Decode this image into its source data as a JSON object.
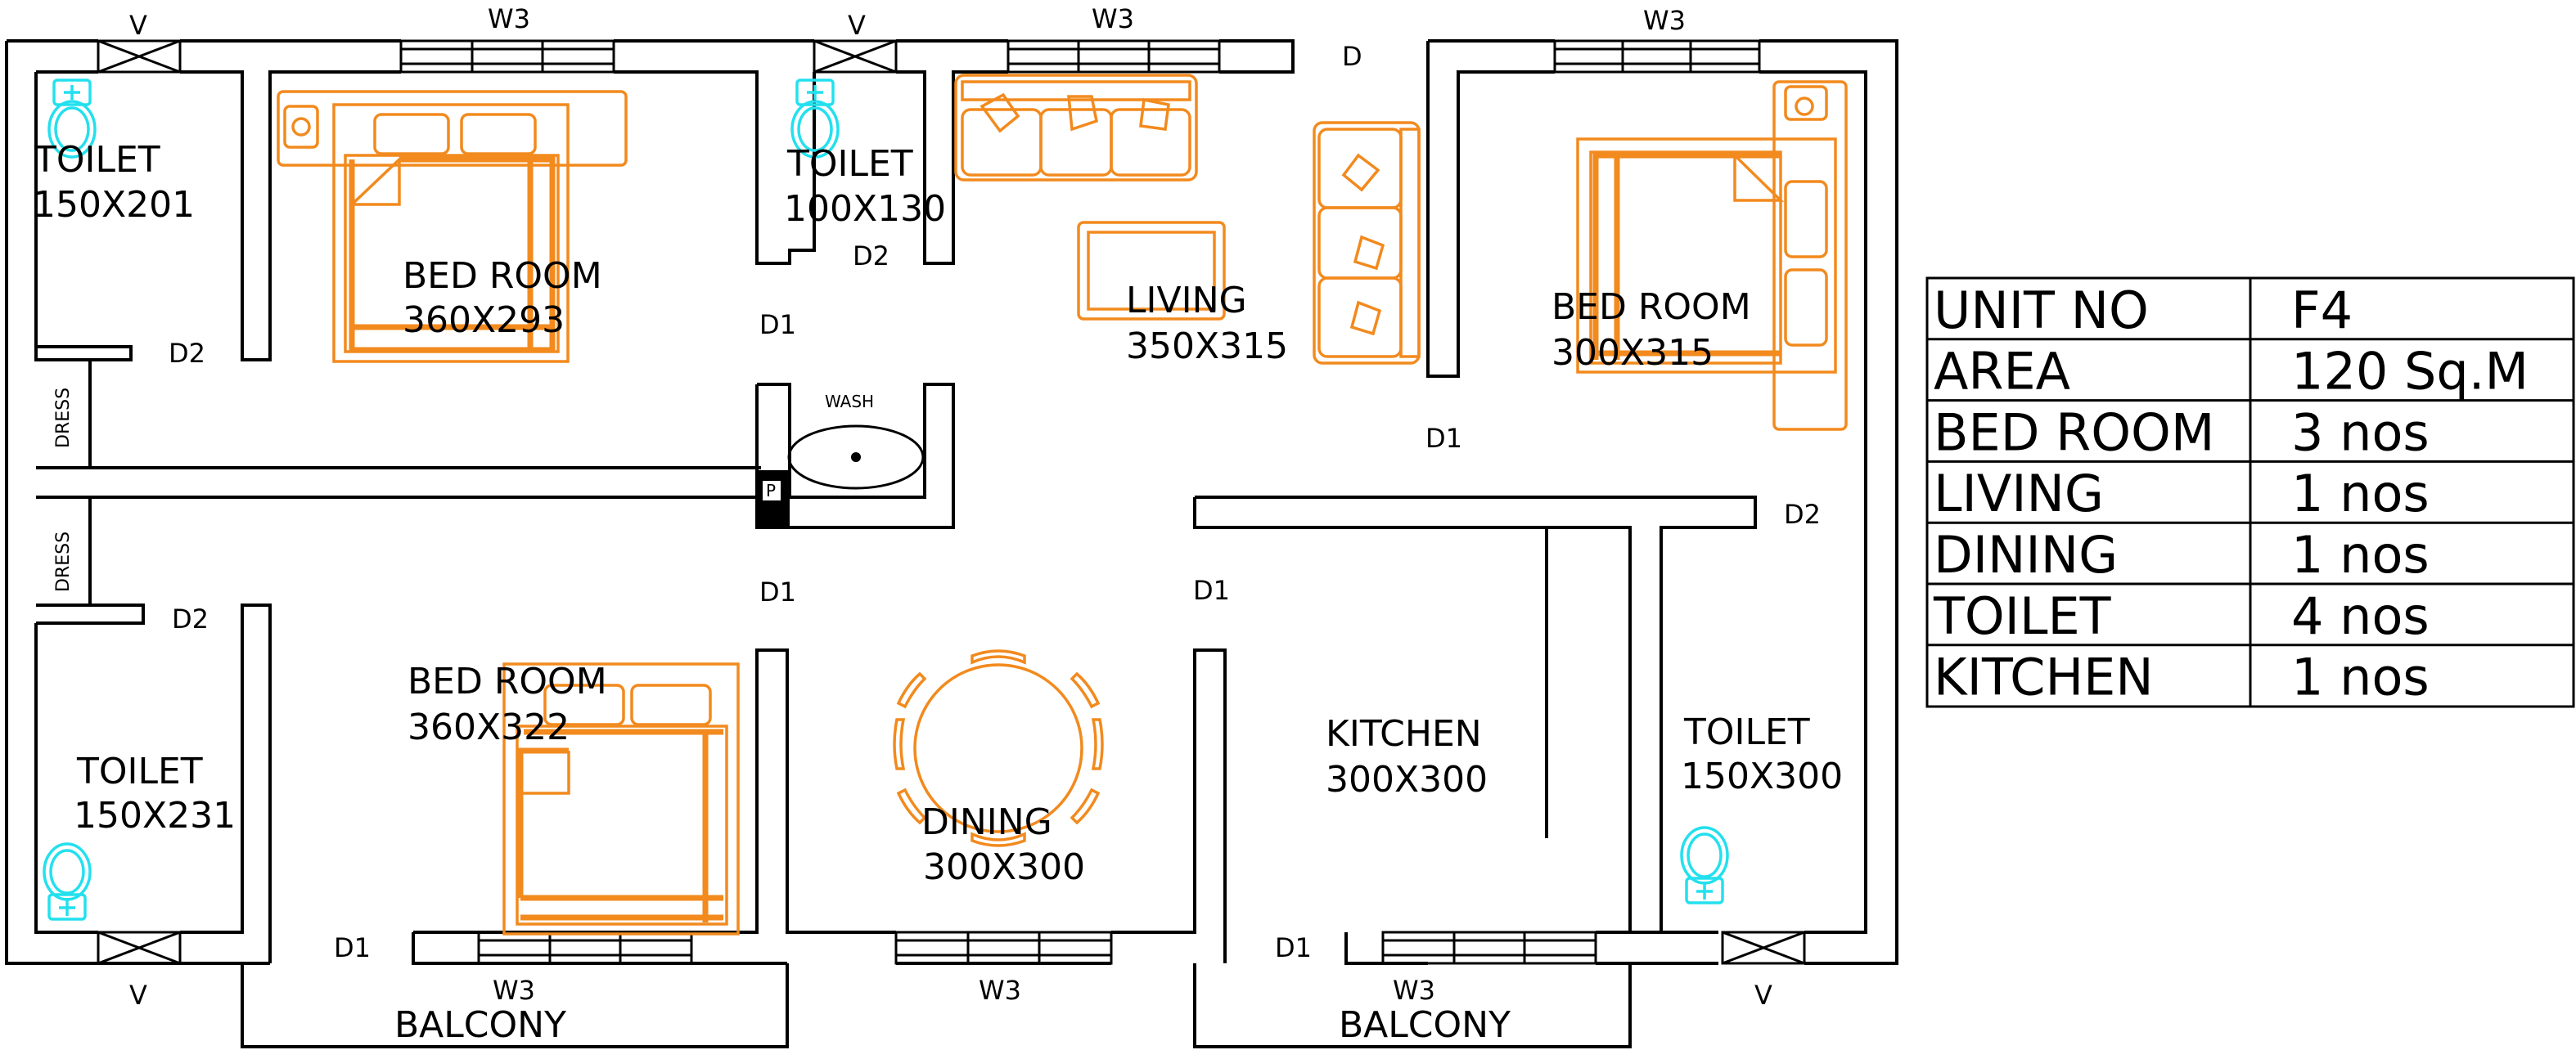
{
  "rooms": {
    "toilet_top_left": {
      "name": "TOILET",
      "size": "150X201"
    },
    "bedroom_top": {
      "name": "BED ROOM",
      "size": "360X293"
    },
    "toilet_top_mid": {
      "name": "TOILET",
      "size": "100X130"
    },
    "living": {
      "name": "LIVING",
      "size": "350X315"
    },
    "bedroom_right": {
      "name": "BED ROOM",
      "size": "300X315"
    },
    "bedroom_bottom": {
      "name": "BED ROOM",
      "size": "360X322"
    },
    "toilet_bottom_left": {
      "name": "TOILET",
      "size": "150X231"
    },
    "dining": {
      "name": "DINING",
      "size": "300X300"
    },
    "kitchen": {
      "name": "KITCHEN",
      "size": "300X300"
    },
    "toilet_right": {
      "name": "TOILET",
      "size": "150X300"
    }
  },
  "openings": {
    "v": "V",
    "w3": "W3",
    "d": "D",
    "d1": "D1",
    "d2": "D2"
  },
  "fixtures": {
    "dress": "DRESS",
    "wash": "WASH",
    "p": "P"
  },
  "balcony": "BALCONY",
  "summary_table": [
    {
      "label": "UNIT NO",
      "value": "F4"
    },
    {
      "label": "AREA",
      "value": "120 Sq.M"
    },
    {
      "label": "BED ROOM",
      "value": "3 nos"
    },
    {
      "label": "LIVING",
      "value": "1 nos"
    },
    {
      "label": "DINING",
      "value": "1 nos"
    },
    {
      "label": "TOILET",
      "value": "4 nos"
    },
    {
      "label": "KITCHEN",
      "value": "1 nos"
    }
  ],
  "colors": {
    "walls": "#000000",
    "furniture": "#f28a1e",
    "sanitary": "#23e0ee"
  }
}
